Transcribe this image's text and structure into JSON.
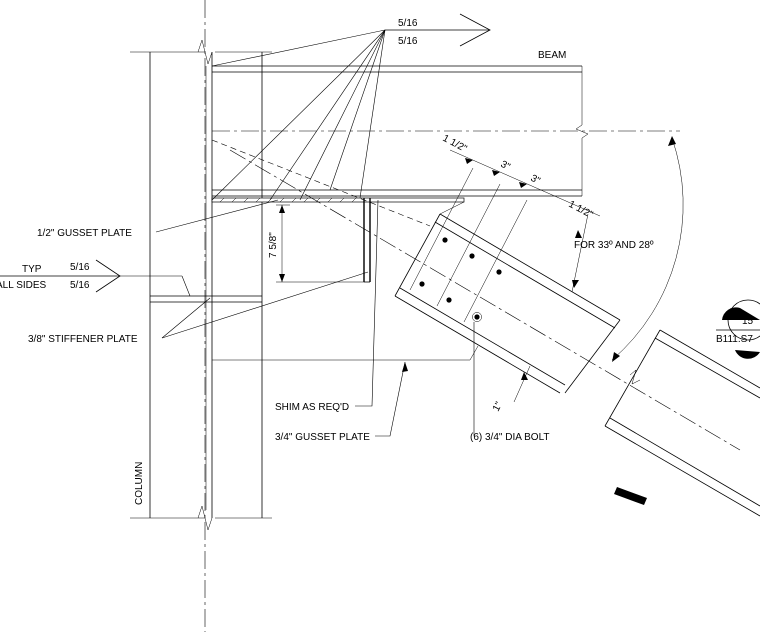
{
  "labels": {
    "beam": "BEAM",
    "column": "COLUMN",
    "gusset_top": "1/2\" GUSSET PLATE",
    "stiffener": "3/8\" STIFFENER PLATE",
    "shim": "SHIM AS REQ'D",
    "gusset_bottom": "3/4\" GUSSET PLATE",
    "bolts": "(6) 3/4\" DIA BOLT",
    "angles": "FOR 33º AND 28º"
  },
  "weld_top": {
    "upper": "5/16",
    "lower": "5/16"
  },
  "weld_typ": {
    "typ": "TYP",
    "sides": "ALL SIDES",
    "upper": "5/16",
    "lower": "5/16"
  },
  "dims": {
    "vertical": "7 5/8\"",
    "edge1": "1 1/2\"",
    "space1": "3\"",
    "space2": "3\"",
    "edge2": "1 1/2\"",
    "edge_bottom": "1\""
  },
  "section_tag": {
    "number": "15",
    "sheet": "B111.S7"
  },
  "colors": {
    "line": "#000000",
    "background": "#ffffff"
  }
}
